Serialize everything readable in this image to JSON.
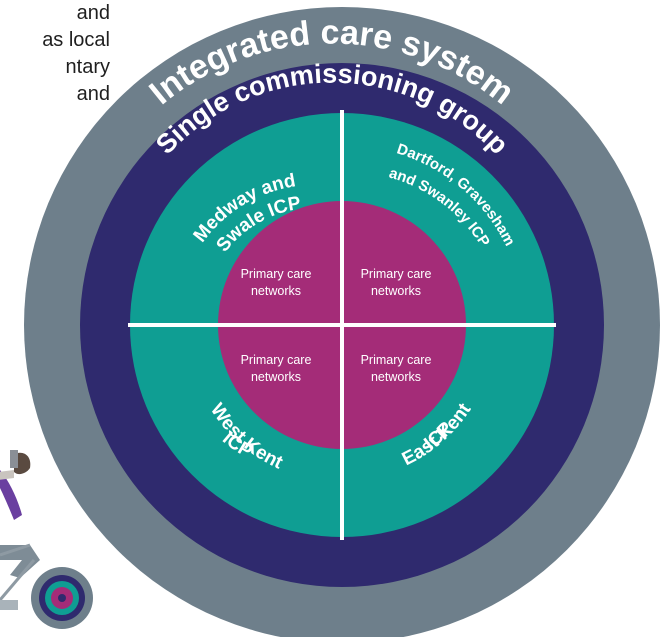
{
  "intro_text": [
    "and",
    "as local",
    "ntary",
    "and"
  ],
  "rings": {
    "outer": "Integrated care system",
    "middle": "Single commissioning group"
  },
  "icps": {
    "top_left": [
      "Medway and",
      "Swale ICP"
    ],
    "top_right": [
      "Dartford, Gravesham",
      "and Swanley ICP"
    ],
    "bottom_left": [
      "West Kent",
      "ICP"
    ],
    "bottom_right": [
      "East Kent",
      "ICP"
    ]
  },
  "pcn": {
    "top_left": [
      "Primary care",
      "networks"
    ],
    "top_right": [
      "Primary care",
      "networks"
    ],
    "bottom_left": [
      "Primary care",
      "networks"
    ],
    "bottom_right": [
      "Primary care",
      "networks"
    ]
  },
  "colors": {
    "outer_ring": "#6e7f8b",
    "middle_ring": "#2f2a6e",
    "icp_teal": "#0f9e93",
    "pcn_magenta": "#a42c78",
    "divider": "#ffffff"
  }
}
